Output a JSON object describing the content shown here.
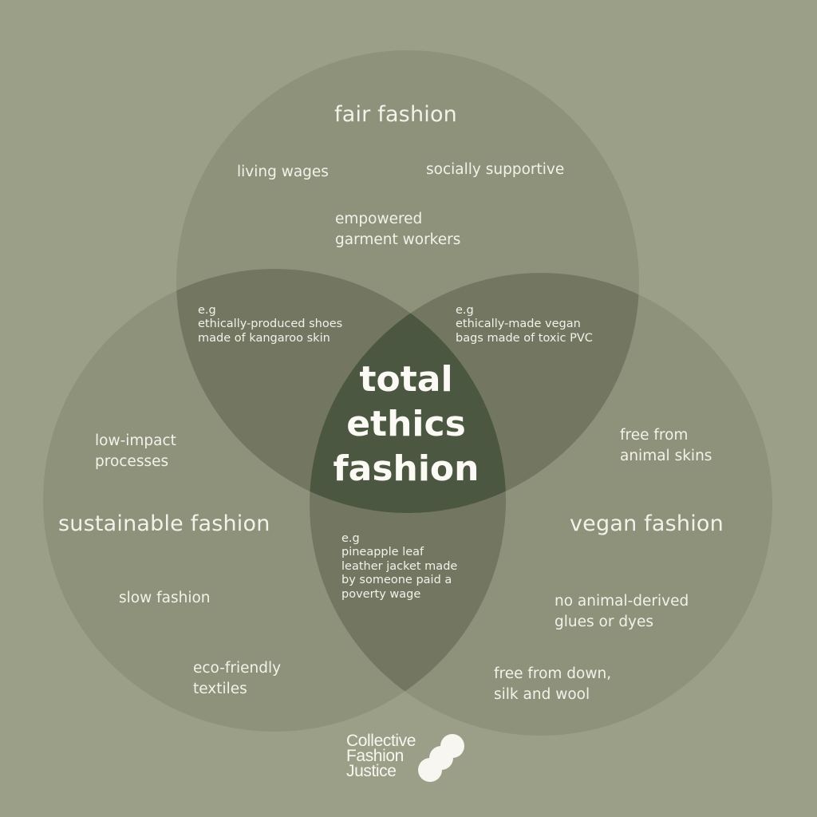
{
  "diagram": {
    "type": "venn",
    "colors": {
      "background": "#9c9f87",
      "single_region": "#8f927b",
      "pair_overlap": "#737761",
      "center_overlap": "#4c5741",
      "text": "#f2f1ea"
    },
    "sets": {
      "fair": {
        "title": "fair fashion",
        "items": [
          "living wages",
          "socially supportive",
          "empowered\ngarment workers"
        ]
      },
      "sustainable": {
        "title": "sustainable fashion",
        "items": [
          "low-impact\nprocesses",
          "slow fashion",
          "eco-friendly\ntextiles"
        ]
      },
      "vegan": {
        "title": "vegan fashion",
        "items": [
          "free from\nanimal skins",
          "no animal-derived\nglues or dyes",
          "free from down,\nsilk and wool"
        ]
      }
    },
    "overlaps": {
      "fair_sustainable": "e.g\nethically-produced shoes\nmade of kangaroo skin",
      "fair_vegan": "e.g\nethically-made vegan\nbags made of toxic PVC",
      "sustainable_vegan": "e.g\npineapple leaf\nleather jacket made\nby someone paid a\npoverty wage",
      "center": "total\nethics\nfashion"
    }
  },
  "logo": {
    "text": "Collective\nFashion\nJustice",
    "icon": "three-overlapping-circles-icon"
  }
}
